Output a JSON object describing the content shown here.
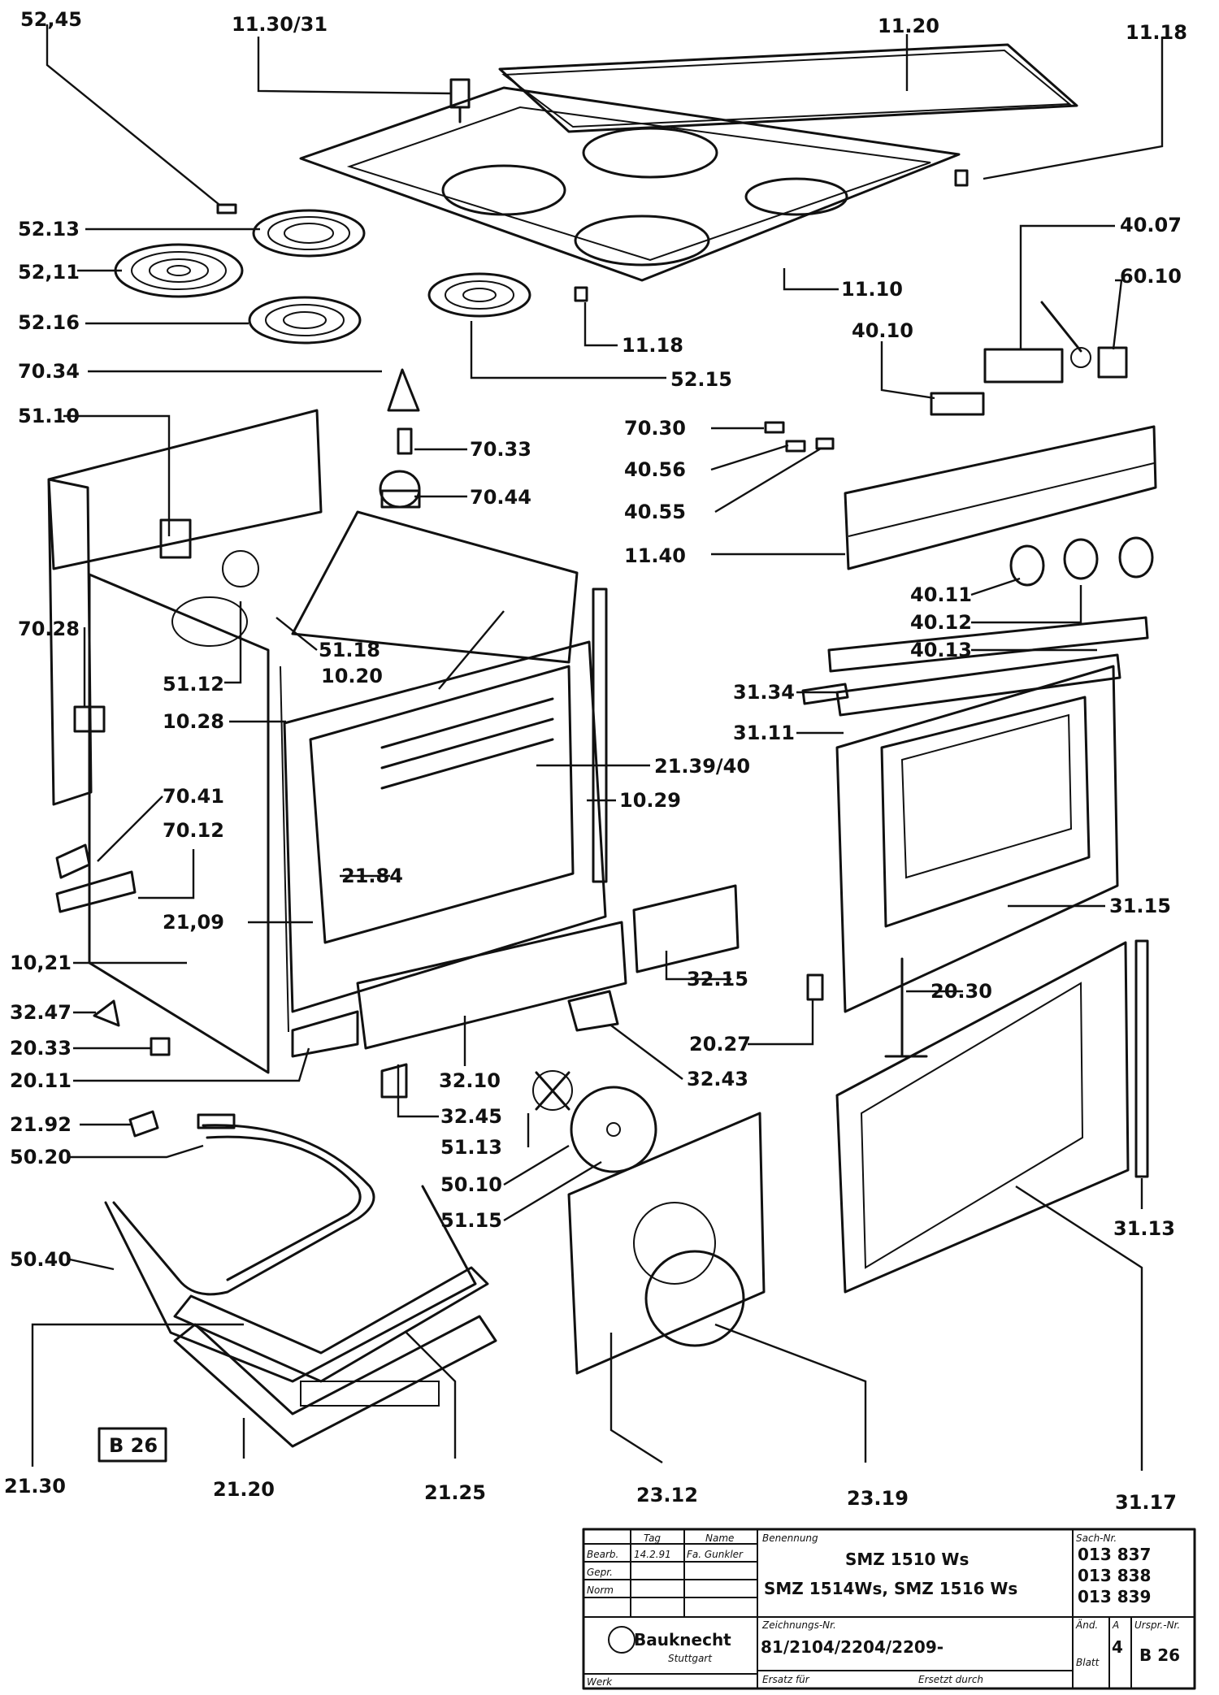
{
  "callouts": [
    {
      "id": "c-52-45",
      "text": "52,45"
    },
    {
      "id": "c-11-3031",
      "text": "11.30/31"
    },
    {
      "id": "c-11-20",
      "text": "11.20"
    },
    {
      "id": "c-11-18a",
      "text": "11.18"
    },
    {
      "id": "c-52-13",
      "text": "52.13"
    },
    {
      "id": "c-52-11",
      "text": "52,11"
    },
    {
      "id": "c-52-16",
      "text": "52.16"
    },
    {
      "id": "c-11-10",
      "text": "11.10"
    },
    {
      "id": "c-11-18b",
      "text": "11.18"
    },
    {
      "id": "c-52-15",
      "text": "52.15"
    },
    {
      "id": "c-40-07",
      "text": "40.07"
    },
    {
      "id": "c-60-10",
      "text": "60.10"
    },
    {
      "id": "c-40-10",
      "text": "40.10"
    },
    {
      "id": "c-70-34",
      "text": "70.34"
    },
    {
      "id": "c-51-10",
      "text": "51.10"
    },
    {
      "id": "c-70-33",
      "text": "70.33"
    },
    {
      "id": "c-70-30",
      "text": "70.30"
    },
    {
      "id": "c-40-56",
      "text": "40.56"
    },
    {
      "id": "c-70-44",
      "text": "70.44"
    },
    {
      "id": "c-40-55",
      "text": "40.55"
    },
    {
      "id": "c-11-40",
      "text": "11.40"
    },
    {
      "id": "c-40-11",
      "text": "40.11"
    },
    {
      "id": "c-70-28",
      "text": "70.28"
    },
    {
      "id": "c-51-18",
      "text": "51.18"
    },
    {
      "id": "c-40-12",
      "text": "40.12"
    },
    {
      "id": "c-10-20",
      "text": "10.20"
    },
    {
      "id": "c-40-13",
      "text": "40.13"
    },
    {
      "id": "c-51-12",
      "text": "51.12"
    },
    {
      "id": "c-31-34",
      "text": "31.34"
    },
    {
      "id": "c-10-28",
      "text": "10.28"
    },
    {
      "id": "c-31-11",
      "text": "31.11"
    },
    {
      "id": "c-21-3940",
      "text": "21.39/40"
    },
    {
      "id": "c-70-41",
      "text": "70.41"
    },
    {
      "id": "c-10-29",
      "text": "10.29"
    },
    {
      "id": "c-70-12",
      "text": "70.12"
    },
    {
      "id": "c-21-84",
      "text": "21.84"
    },
    {
      "id": "c-31-15",
      "text": "31.15"
    },
    {
      "id": "c-21-09",
      "text": "21,09"
    },
    {
      "id": "c-10-21",
      "text": "10,21"
    },
    {
      "id": "c-32-15",
      "text": "32.15"
    },
    {
      "id": "c-20-30",
      "text": "20.30"
    },
    {
      "id": "c-32-47",
      "text": "32.47"
    },
    {
      "id": "c-20-33",
      "text": "20.33"
    },
    {
      "id": "c-20-27",
      "text": "20.27"
    },
    {
      "id": "c-20-11",
      "text": "20.11"
    },
    {
      "id": "c-32-10",
      "text": "32.10"
    },
    {
      "id": "c-32-43",
      "text": "32.43"
    },
    {
      "id": "c-32-45",
      "text": "32.45"
    },
    {
      "id": "c-21-92",
      "text": "21.92"
    },
    {
      "id": "c-51-13",
      "text": "51.13"
    },
    {
      "id": "c-50-20",
      "text": "50.20"
    },
    {
      "id": "c-50-10",
      "text": "50.10"
    },
    {
      "id": "c-51-15",
      "text": "51.15"
    },
    {
      "id": "c-50-40",
      "text": "50.40"
    },
    {
      "id": "c-31-13",
      "text": "31.13"
    },
    {
      "id": "c-21-30",
      "text": "21.30"
    },
    {
      "id": "c-21-20",
      "text": "21.20"
    },
    {
      "id": "c-21-25",
      "text": "21.25"
    },
    {
      "id": "c-23-12",
      "text": "23.12"
    },
    {
      "id": "c-23-19",
      "text": "23.19"
    },
    {
      "id": "c-31-17",
      "text": "31.17"
    }
  ],
  "page_code": "B 26",
  "title_block": {
    "header_tag": "Tag",
    "header_name": "Name",
    "header_benennung": "Benennung",
    "header_sach": "Sach-Nr.",
    "row_bearb": "Bearb.",
    "bearb_date": "14.2.91",
    "bearb_name": "Fa. Gunkler",
    "row_gepr": "Gepr.",
    "row_norm": "Norm",
    "benennung_line1": "SMZ 1510 Ws",
    "benennung_line2": "SMZ 1514Ws, SMZ 1516 Ws",
    "sach_numbers": [
      "013 837",
      "013 838",
      "013 839"
    ],
    "brand": "Bauknecht",
    "brand_city": "Stuttgart",
    "werk": "Werk",
    "zeichnungs_label": "Zeichnungs-Nr.",
    "zeichnungs_nr": "81/2104/2204/2209-",
    "ersatz_label": "Ersatz für",
    "ersetzt_label": "Ersetzt durch",
    "aend_label": "Änd.",
    "aend_value": "A",
    "blatt_label": "Blatt",
    "blatt_value": "4",
    "origin_label": "Urspr.-Nr.",
    "origin_value": "B 26"
  }
}
